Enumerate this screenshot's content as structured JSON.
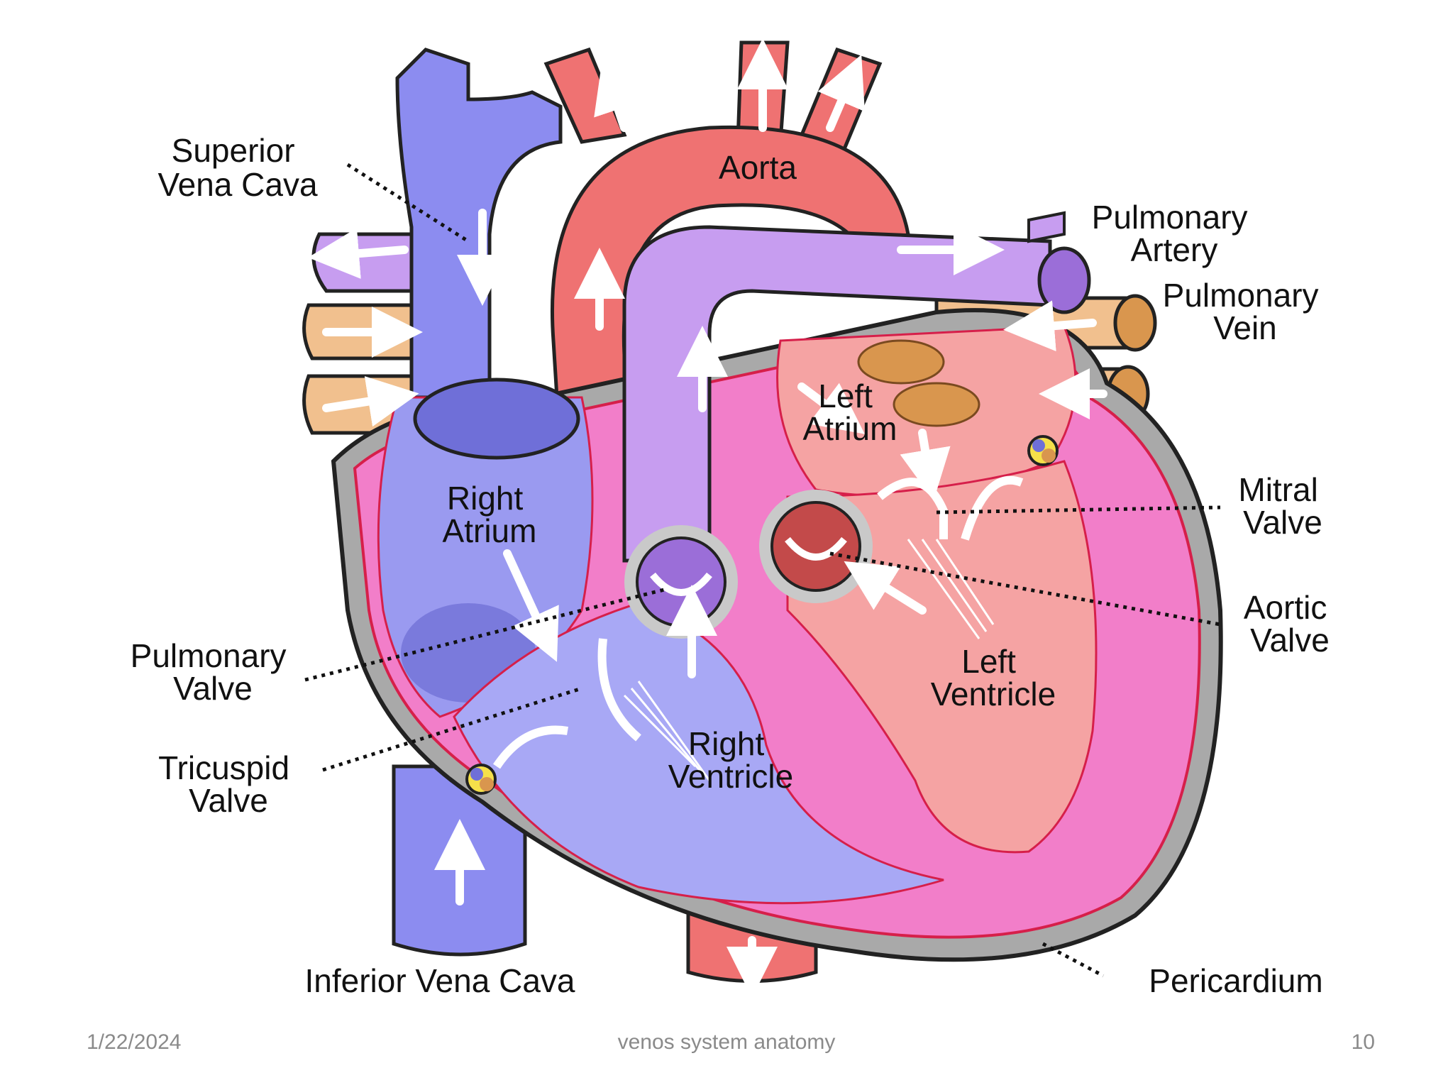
{
  "diagram": {
    "labels": {
      "superior_vena_cava": [
        "Superior",
        "Vena Cava"
      ],
      "aorta": "Aorta",
      "pulmonary_artery": [
        "Pulmonary",
        "Artery"
      ],
      "pulmonary_vein": [
        "Pulmonary",
        "Vein"
      ],
      "left_atrium": [
        "Left",
        "Atrium"
      ],
      "right_atrium": [
        "Right",
        "Atrium"
      ],
      "mitral_valve": [
        "Mitral",
        "Valve"
      ],
      "aortic_valve": [
        "Aortic",
        "Valve"
      ],
      "pulmonary_valve": [
        "Pulmonary",
        "Valve"
      ],
      "tricuspid_valve": [
        "Tricuspid",
        "Valve"
      ],
      "left_ventricle": [
        "Left",
        "Ventricle"
      ],
      "right_ventricle": [
        "Right",
        "Ventricle"
      ],
      "inferior_vena_cava": "Inferior Vena Cava",
      "pericardium": "Pericardium"
    },
    "colors": {
      "deoxygenated": "#8c8cf0",
      "oxygenated": "#ef7272",
      "pulmonary_artery": "#c79df0",
      "pulmonary_vein": "#f1c08e",
      "myocardium": "#f27ec9",
      "pericardium": "#a9a9a9"
    }
  },
  "footer": {
    "date": "1/22/2024",
    "title": "venos system anatomy",
    "page_number": "10"
  }
}
